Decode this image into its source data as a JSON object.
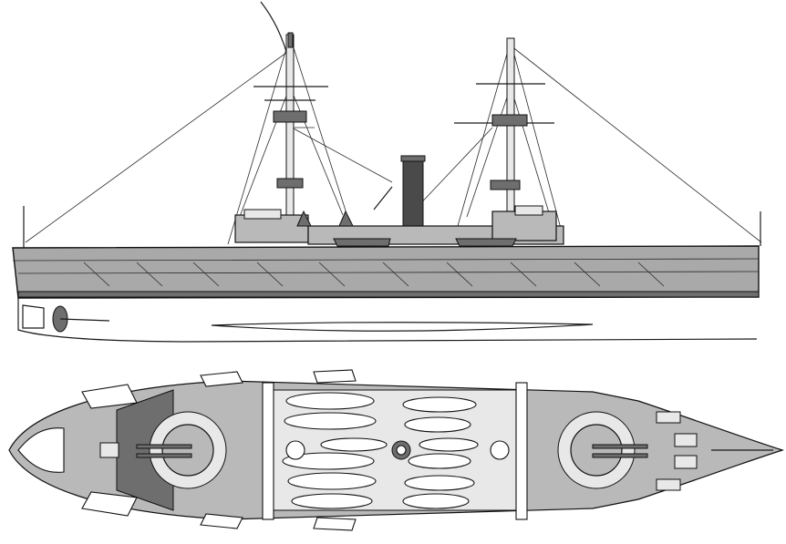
{
  "drawing": {
    "views": [
      "side-profile",
      "deck-plan"
    ],
    "palette": {
      "hull": "#a9a9a9",
      "deck": "#b9b9b9",
      "shadow": "#6e6e6e",
      "light": "#e8e8e8",
      "funnel": "#4a4a4a",
      "ink": "#111111",
      "background": "#ffffff"
    },
    "side_profile": {
      "masts": 2,
      "funnels": 1
    },
    "deck_plan": {
      "main_turrets": 2,
      "boats": 12
    }
  }
}
